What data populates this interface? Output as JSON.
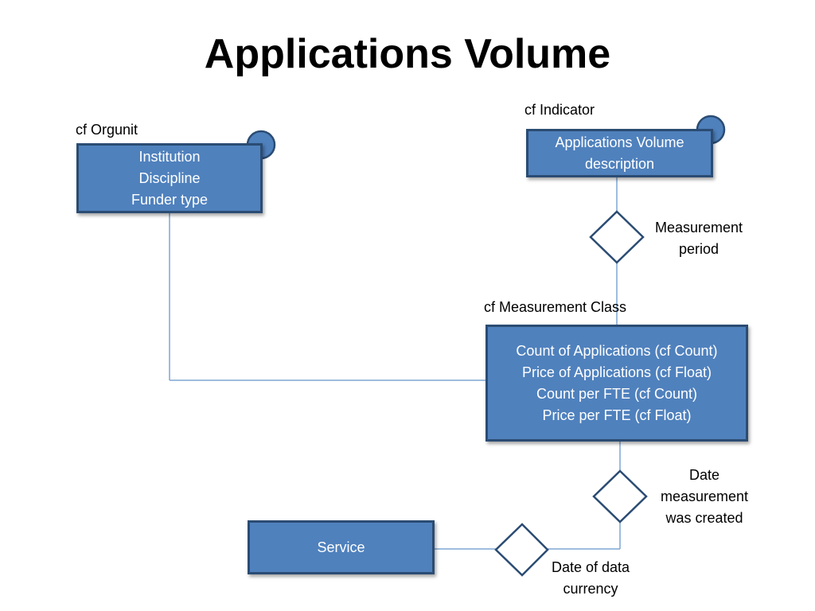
{
  "title": "Applications Volume",
  "colors": {
    "box_fill": "#4f81bd",
    "box_border": "#2b4c73",
    "connector": "#7ea6d4",
    "diamond_stroke": "#2b4c73"
  },
  "orgunit": {
    "class_label": "cf Orgunit",
    "lines": [
      "Institution",
      "Discipline",
      "Funder type"
    ]
  },
  "indicator": {
    "class_label": "cf Indicator",
    "lines": [
      "Applications Volume",
      "description"
    ]
  },
  "measurement_period": {
    "lines": [
      "Measurement",
      "period"
    ]
  },
  "measurement": {
    "class_label": "cf Measurement Class",
    "lines": [
      "Count of Applications (cf Count)",
      "Price of Applications (cf Float)",
      "Count per FTE (cf Count)",
      "Price per FTE (cf Float)"
    ]
  },
  "date_created": {
    "lines": [
      "Date",
      "measurement",
      "was created"
    ]
  },
  "service": {
    "label": "Service"
  },
  "date_currency": {
    "lines": [
      "Date of data",
      "currency"
    ]
  }
}
